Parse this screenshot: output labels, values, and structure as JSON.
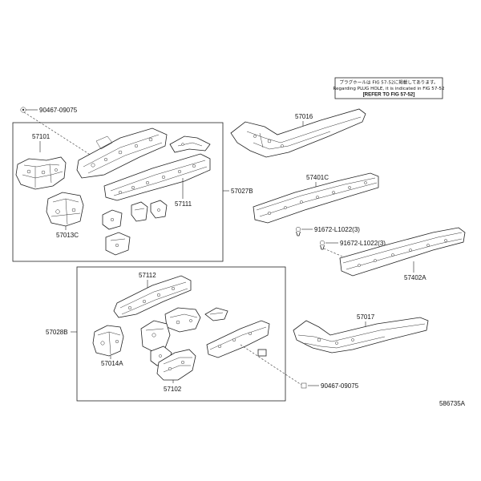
{
  "note": {
    "line1": "プラグホールは FIG 57-52に掲載してあります。",
    "line2": "Regarding PLUG HOLE, it is indicated in FIG 57-52",
    "line3": "[REFER TO FIG 57-52]"
  },
  "labels": {
    "bolt_top": "90467-09075",
    "p57101": "57101",
    "p57016": "57016",
    "p57027B": "57027B",
    "p57111": "57111",
    "p57013C": "57013C",
    "p57401C": "57401C",
    "clip_a": "91672-L1022(3)",
    "clip_b": "91672-L1022(3)",
    "p57402A": "57402A",
    "p57112": "57112",
    "p57028B": "57028B",
    "p57014A": "57014A",
    "p57017": "57017",
    "p57102": "57102",
    "bolt_bottom": "90467-09075"
  },
  "figure_code": "586735A"
}
